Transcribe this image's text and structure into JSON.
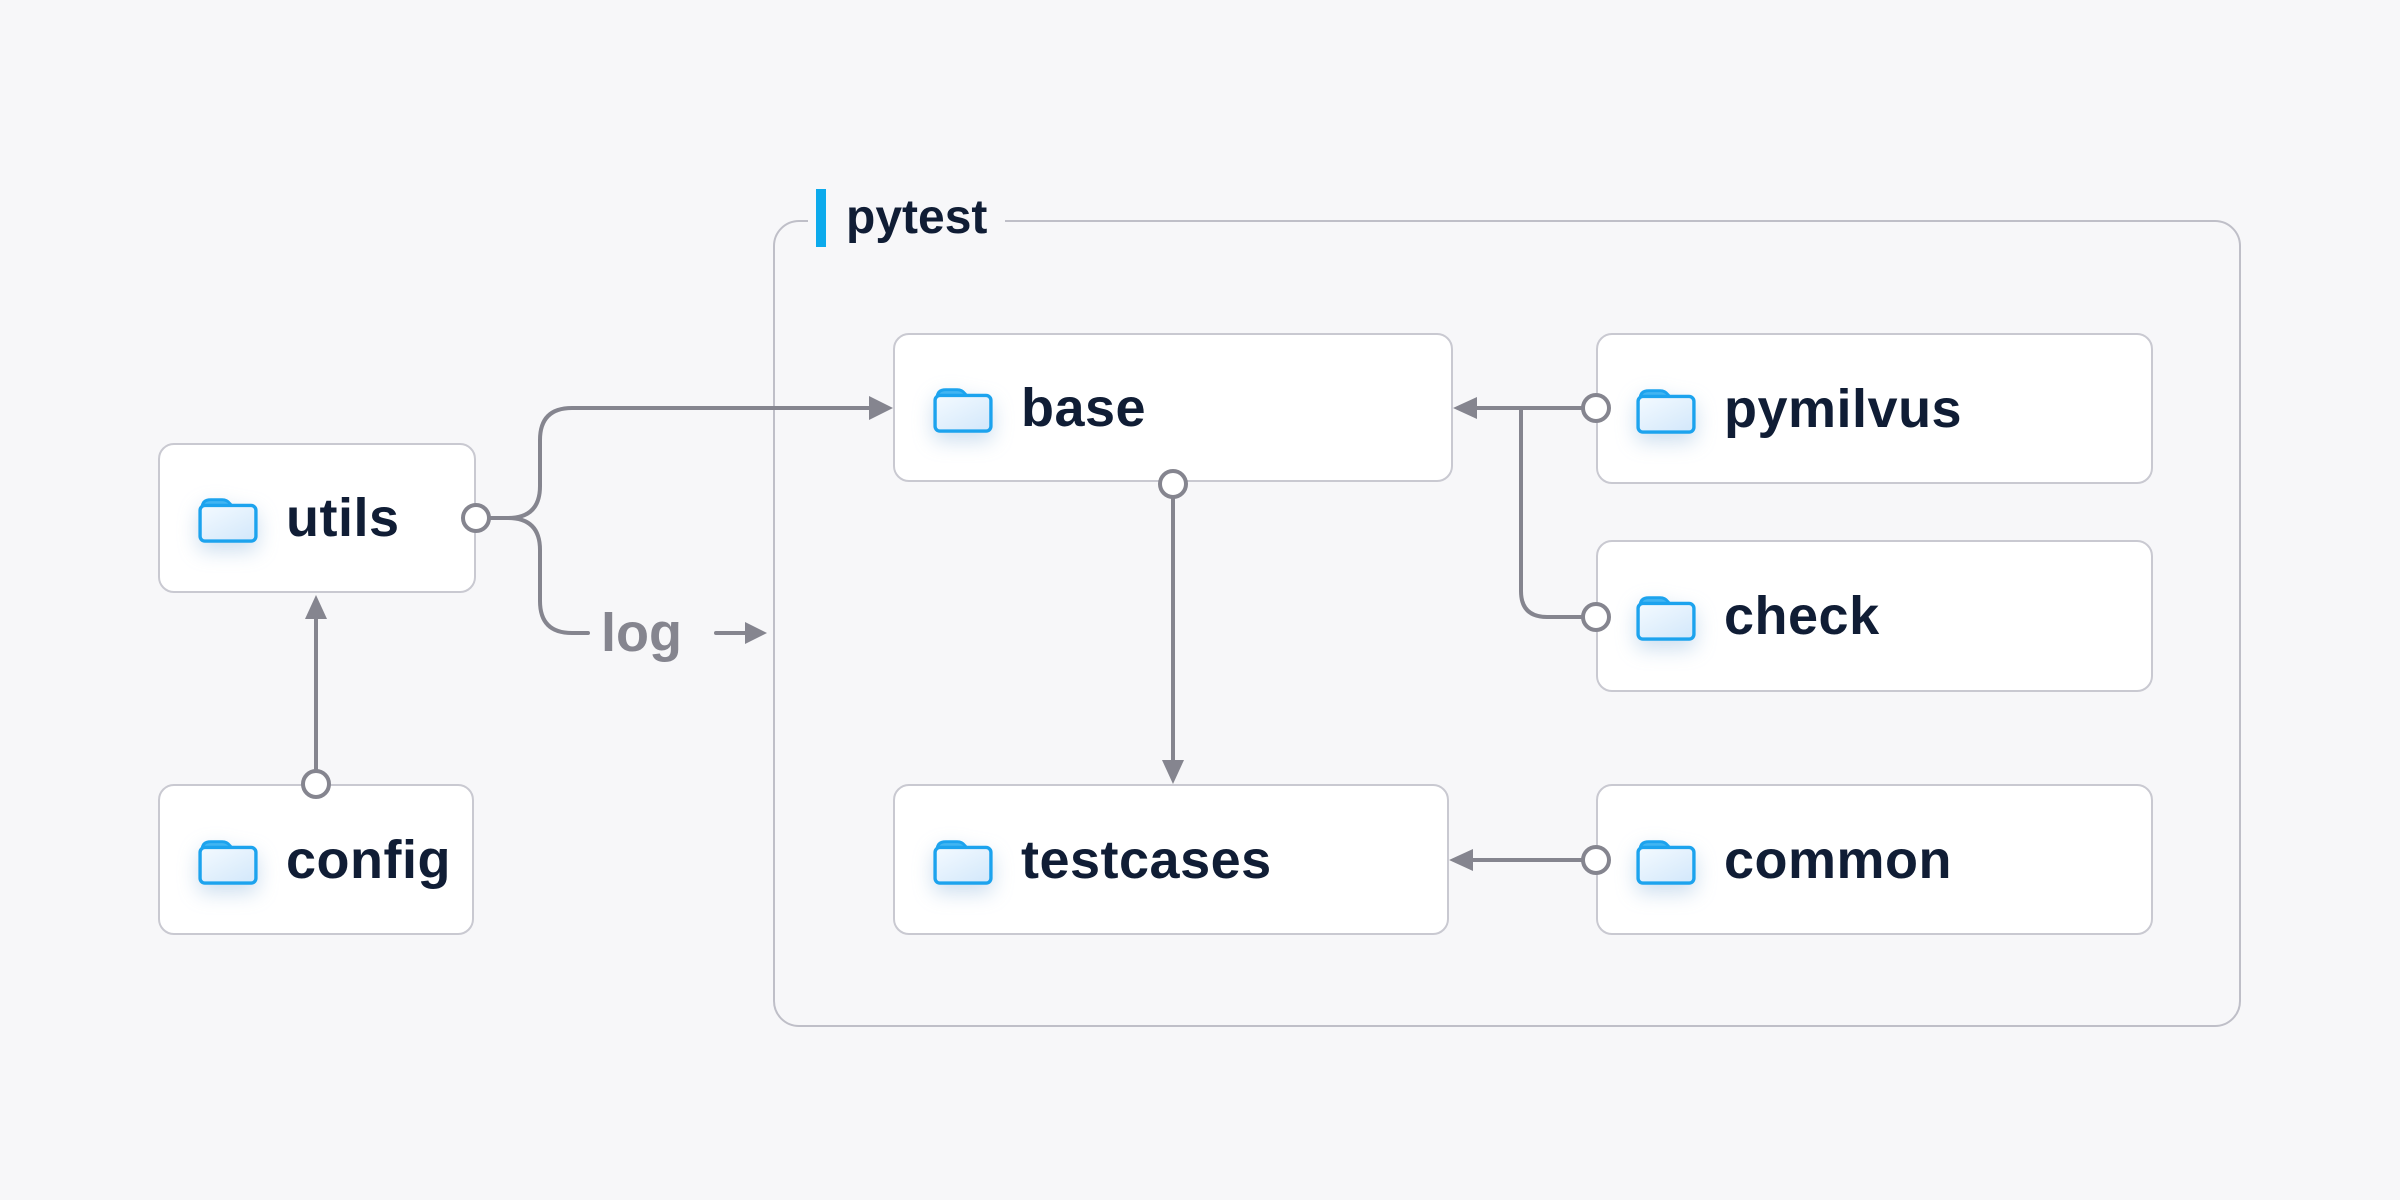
{
  "theme": {
    "bg": "#f7f7f9",
    "ink": "#101d35",
    "line": "#85858f",
    "accent": "#0caaec",
    "folder-blue": "#1ca3ee",
    "node-border": "#c9c9d1",
    "frame-border": "#bfbfc8"
  },
  "diagram": {
    "frame": {
      "label": "pytest"
    },
    "nodes": [
      {
        "id": "utils",
        "label": "utils",
        "icon": "folder-icon",
        "inside_frame": false
      },
      {
        "id": "config",
        "label": "config",
        "icon": "folder-icon",
        "inside_frame": false
      },
      {
        "id": "base",
        "label": "base",
        "icon": "folder-icon",
        "inside_frame": true
      },
      {
        "id": "pymilvus",
        "label": "pymilvus",
        "icon": "folder-icon",
        "inside_frame": true
      },
      {
        "id": "check",
        "label": "check",
        "icon": "folder-icon",
        "inside_frame": true
      },
      {
        "id": "testcases",
        "label": "testcases",
        "icon": "folder-icon",
        "inside_frame": true
      },
      {
        "id": "common",
        "label": "common",
        "icon": "folder-icon",
        "inside_frame": true
      }
    ],
    "edge_label": {
      "text": "log"
    },
    "edges": [
      {
        "from": "utils",
        "to": "base",
        "style": "circle-to-arrow"
      },
      {
        "from": "utils",
        "to": "log",
        "style": "branch-to-label"
      },
      {
        "from": "config",
        "to": "utils",
        "style": "circle-to-arrow"
      },
      {
        "from": "pymilvus",
        "to": "base",
        "style": "circle-to-arrow"
      },
      {
        "from": "check",
        "to": "base",
        "style": "circle-merge-arrow"
      },
      {
        "from": "base",
        "to": "testcases",
        "style": "circle-to-arrow"
      },
      {
        "from": "common",
        "to": "testcases",
        "style": "circle-to-arrow"
      }
    ]
  }
}
